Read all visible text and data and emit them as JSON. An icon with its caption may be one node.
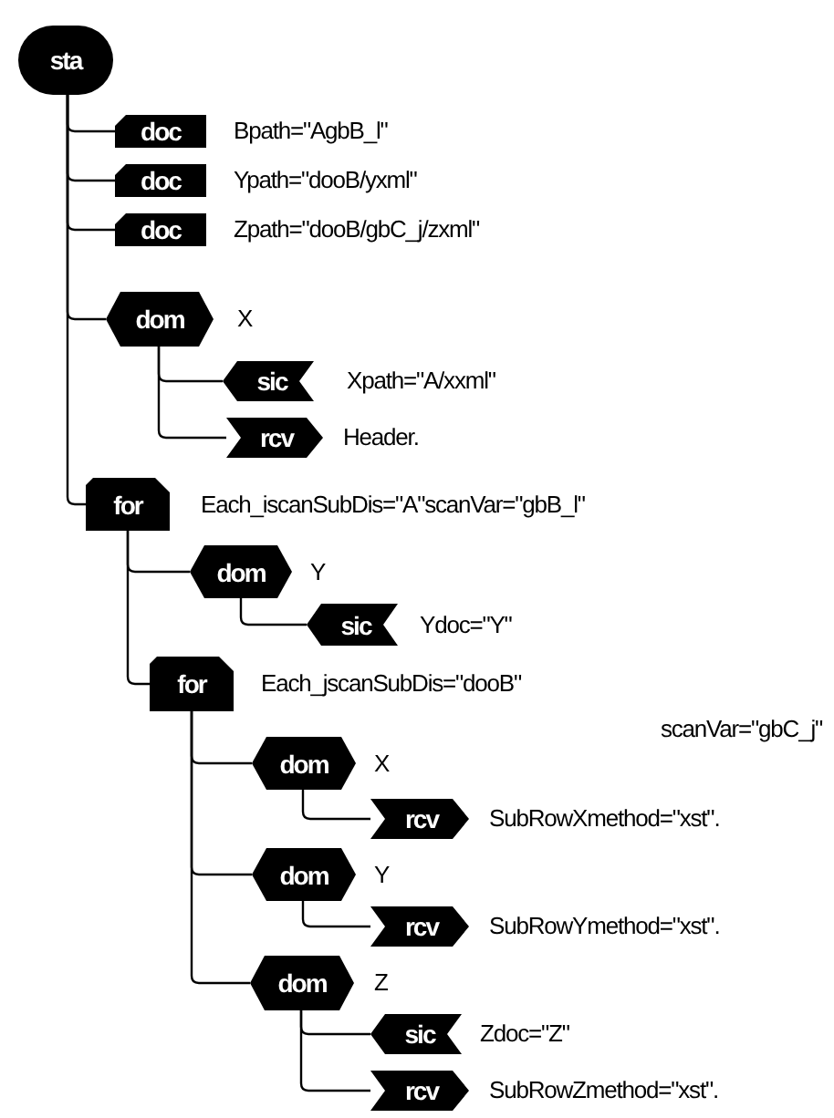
{
  "diagram": {
    "nodes": [
      {
        "text": [
          "sta"
        ]
      },
      {
        "text": [
          "doc"
        ],
        "beside": [
          "Bpath=\"AgbB_l\""
        ]
      },
      {
        "text": [
          "doc"
        ],
        "beside": [
          "Ypath=\"dooB/yxml\""
        ]
      },
      {
        "text": [
          "doc"
        ],
        "beside": [
          "Zpath=\"dooB/gbC_j/zxml\""
        ]
      },
      {
        "text": [
          "dom"
        ],
        "beside": [
          "X"
        ]
      },
      {
        "text": [
          "sic"
        ],
        "beside": [
          "Xpath=\"A/xxml\""
        ]
      },
      {
        "text": [
          "rcv"
        ],
        "beside": [
          "Header."
        ]
      },
      {
        "text": [
          "for"
        ],
        "beside": [
          "Each_iscanSubDis=\"A\"scanVar=\"gbB_l\""
        ]
      },
      {
        "text": [
          "dom"
        ],
        "beside": [
          "Y"
        ]
      },
      {
        "text": [
          "sic"
        ],
        "beside": [
          "Ydoc=\"Y\""
        ]
      },
      {
        "text": [
          "for"
        ],
        "beside": [
          "Each_jscanSubDis=\"dooB\""
        ]
      },
      {
        "text": [
          "dom"
        ],
        "beside": [
          "X"
        ]
      },
      {
        "text": [
          "rcv"
        ],
        "beside": [
          "SubRowXmethod=\"xst\"."
        ]
      },
      {
        "text": [
          "dom"
        ],
        "beside": [
          "Y"
        ]
      },
      {
        "text": [
          "rcv"
        ],
        "beside": [
          "SubRowYmethod=\"xst\"."
        ]
      },
      {
        "text": [
          "dom"
        ],
        "beside": [
          "Z"
        ]
      },
      {
        "text": [
          "sic"
        ],
        "beside": [
          "Zdoc=\"Z\""
        ]
      },
      {
        "text": [
          "rcv"
        ],
        "beside": [
          "SubRowZmethod=\"xst\"."
        ]
      }
    ],
    "edges": [
      {
        "from": 0,
        "to": 1,
        "arrow": "none"
      },
      {
        "from": 0,
        "to": 2,
        "arrow": "none"
      },
      {
        "from": 0,
        "to": 3,
        "arrow": "none"
      },
      {
        "from": 0,
        "to": 4,
        "arrow": "none"
      },
      {
        "from": 4,
        "to": 5,
        "arrow": "none"
      },
      {
        "from": 4,
        "to": 6,
        "arrow": "none"
      },
      {
        "from": 0,
        "to": 7,
        "arrow": "none"
      },
      {
        "from": 7,
        "to": 8,
        "arrow": "none"
      },
      {
        "from": 8,
        "to": 9,
        "arrow": "none"
      },
      {
        "from": 7,
        "to": 10,
        "arrow": "none"
      },
      {
        "from": 10,
        "to": 11,
        "arrow": "none"
      },
      {
        "from": 11,
        "to": 12,
        "arrow": "none"
      },
      {
        "from": 10,
        "to": 13,
        "arrow": "none"
      },
      {
        "from": 13,
        "to": 14,
        "arrow": "none"
      },
      {
        "from": 10,
        "to": 15,
        "arrow": "none"
      },
      {
        "from": 15,
        "to": 16,
        "arrow": "none"
      },
      {
        "from": 15,
        "to": 17,
        "arrow": "none"
      }
    ],
    "labels": [
      "scanVar=\"gbC_j\""
    ]
  }
}
